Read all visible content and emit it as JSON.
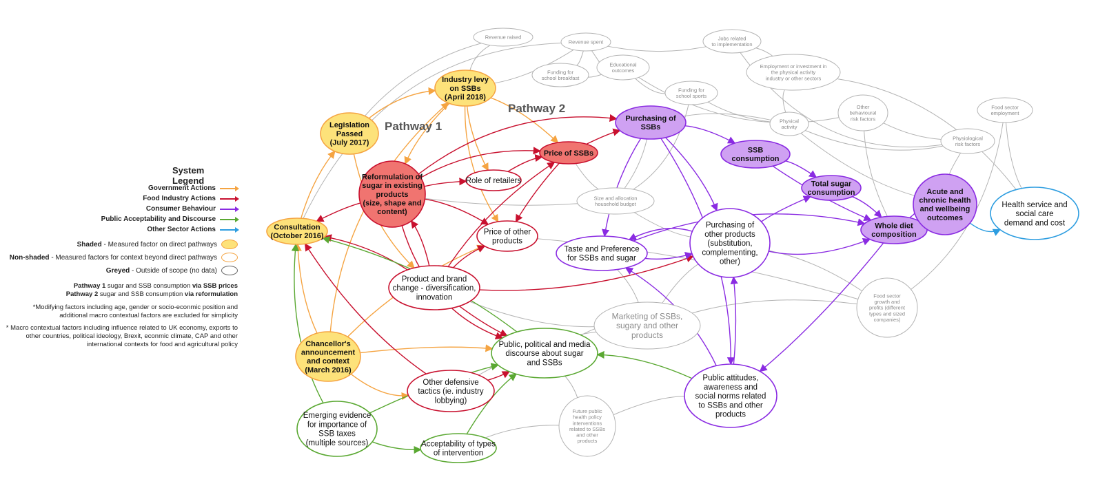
{
  "colors": {
    "government": "#f5a442",
    "industry": "#c8102e",
    "consumer": "#8a2be2",
    "public": "#5aa832",
    "other": "#2d9de0",
    "grey": "#b3b3b3",
    "fill_yellow": "#fde27a",
    "fill_red": "#f07470",
    "fill_purple": "#cfa1f2"
  },
  "legend": {
    "title": "System Legend",
    "items": [
      {
        "label": "Government Actions",
        "color": "#f5a442"
      },
      {
        "label": "Food Industry Actions",
        "color": "#c8102e"
      },
      {
        "label": "Consumer Behaviour",
        "color": "#8a2be2"
      },
      {
        "label": "Public Acceptability and Discourse",
        "color": "#5aa832"
      },
      {
        "label": "Other Sector Actions",
        "color": "#2d9de0"
      }
    ],
    "shade_items": [
      {
        "bold": "Shaded",
        "text": " - Measured factor on direct pathways"
      },
      {
        "bold": "Non-shaded",
        "text": " - Measured factors for context beyond direct pathways"
      },
      {
        "bold": "Greyed",
        "text": " - Outside of scope (no data)"
      }
    ],
    "pathway1": {
      "bold1": "Pathway 1",
      "text1": " sugar and SSB consumption ",
      "bold2": "via SSB prices"
    },
    "pathway2": {
      "bold1": "Pathway 2",
      "text1": " sugar and SSB consumption ",
      "bold2": "via reformulation"
    },
    "note1": "*Modifying factors including age, gender or socio-econmic position and additional macro contextual factors are excluded for simplicity",
    "note2": "* Macro contextual factors including influence related to UK economy, exports to other countries, political ideology, Brexit, econmic climate, CAP and other international contexts for food and agricultural policy"
  },
  "labels": {
    "pathway1": "Pathway 1",
    "pathway2": "Pathway 2"
  },
  "nodes": [
    {
      "id": "levy",
      "lines": [
        "Industry levy",
        "on SSBs",
        "(April 2018)"
      ],
      "type": "gov",
      "shaded": true,
      "bold": true
    },
    {
      "id": "legislation",
      "lines": [
        "Legislation",
        "Passed",
        "(July 2017)"
      ],
      "type": "gov",
      "shaded": true,
      "bold": true
    },
    {
      "id": "consultation",
      "lines": [
        "Consultation",
        "(October 2016)"
      ],
      "type": "gov",
      "shaded": true,
      "bold": true
    },
    {
      "id": "chancellor",
      "lines": [
        "Chancellor's",
        "announcement",
        "and context",
        "(March 2016)"
      ],
      "type": "gov",
      "shaded": true,
      "bold": true
    },
    {
      "id": "reformulation",
      "lines": [
        "Reformulation of",
        "sugar in existing",
        "products",
        "(size, shape and",
        "content)"
      ],
      "type": "ind",
      "shaded": true,
      "bold": true
    },
    {
      "id": "price_ssb",
      "lines": [
        "Price of SSBs"
      ],
      "type": "ind",
      "shaded": true,
      "bold": true
    },
    {
      "id": "retailers",
      "lines": [
        "Role of retailers"
      ],
      "type": "ind",
      "shaded": false
    },
    {
      "id": "price_other",
      "lines": [
        "Price of other",
        "products"
      ],
      "type": "ind",
      "shaded": false
    },
    {
      "id": "brand",
      "lines": [
        "Product and brand",
        "change - diversification,",
        "innovation"
      ],
      "type": "ind",
      "shaded": false
    },
    {
      "id": "defensive",
      "lines": [
        "Other defensive",
        "tactics (ie. industry",
        "lobbying)"
      ],
      "type": "ind",
      "shaded": false
    },
    {
      "id": "purchasing_ssb",
      "lines": [
        "Purchasing of",
        "SSBs"
      ],
      "type": "con",
      "shaded": true,
      "bold": true
    },
    {
      "id": "ssb_consumption",
      "lines": [
        "SSB",
        "consumption"
      ],
      "type": "con",
      "shaded": true,
      "bold": true
    },
    {
      "id": "total_sugar",
      "lines": [
        "Total sugar",
        "consumption"
      ],
      "type": "con",
      "shaded": true,
      "bold": true
    },
    {
      "id": "whole_diet",
      "lines": [
        "Whole diet",
        "composition"
      ],
      "type": "con",
      "shaded": true,
      "bold": true
    },
    {
      "id": "acute",
      "lines": [
        "Acute and",
        "chronic health",
        "and wellbeing",
        "outcomes"
      ],
      "type": "con",
      "shaded": true,
      "bold": true
    },
    {
      "id": "taste",
      "lines": [
        "Taste and Preference",
        "for SSBs and sugar"
      ],
      "type": "con",
      "shaded": false
    },
    {
      "id": "purchasing_other",
      "lines": [
        "Purchasing of",
        "other products",
        "(substitution,",
        "complementing,",
        "other)"
      ],
      "type": "con",
      "shaded": false
    },
    {
      "id": "attitudes",
      "lines": [
        "Public attitudes,",
        "awareness and",
        "social norms related",
        "to SSBs and other",
        "products"
      ],
      "type": "con",
      "shaded": false
    },
    {
      "id": "discourse",
      "lines": [
        "Public, political and media",
        "discourse about sugar",
        "and SSBs"
      ],
      "type": "pub",
      "shaded": false
    },
    {
      "id": "evidence",
      "lines": [
        "Emerging evidence",
        "for importance of",
        "SSB taxes",
        "(multiple sources)"
      ],
      "type": "pub",
      "shaded": false
    },
    {
      "id": "acceptability",
      "lines": [
        "Acceptability of types",
        "of intervention"
      ],
      "type": "pub",
      "shaded": false
    },
    {
      "id": "health_service",
      "lines": [
        "Health service and",
        "social care",
        "demand and cost"
      ],
      "type": "oth",
      "shaded": false
    },
    {
      "id": "revenue_raised",
      "lines": [
        "Revenue raised"
      ],
      "type": "grey"
    },
    {
      "id": "revenue_spent",
      "lines": [
        "Revenue spent"
      ],
      "type": "grey"
    },
    {
      "id": "jobs",
      "lines": [
        "Jobs related",
        "to implementation"
      ],
      "type": "grey"
    },
    {
      "id": "educational",
      "lines": [
        "Educational",
        "outcomes"
      ],
      "type": "grey"
    },
    {
      "id": "funding_breakfast",
      "lines": [
        "Funding for",
        "school breakfast"
      ],
      "type": "grey"
    },
    {
      "id": "employment_pa",
      "lines": [
        "Employment or investment in",
        "the physical activity",
        "industry or other sectors"
      ],
      "type": "grey"
    },
    {
      "id": "funding_sports",
      "lines": [
        "Funding for",
        "school sports"
      ],
      "type": "grey"
    },
    {
      "id": "physical_activity",
      "lines": [
        "Physical",
        "activity"
      ],
      "type": "grey"
    },
    {
      "id": "other_behavioural",
      "lines": [
        "Other",
        "behavioural",
        "risk factors"
      ],
      "type": "grey"
    },
    {
      "id": "physiological",
      "lines": [
        "Physiological",
        "risk factors"
      ],
      "type": "grey"
    },
    {
      "id": "food_employment",
      "lines": [
        "Food sector",
        "employment"
      ],
      "type": "grey"
    },
    {
      "id": "household",
      "lines": [
        "Size and allocation",
        "household budget"
      ],
      "type": "grey"
    },
    {
      "id": "marketing",
      "lines": [
        "Marketing of SSBs,",
        "sugary and other",
        "products"
      ],
      "type": "grey",
      "large": true
    },
    {
      "id": "food_growth",
      "lines": [
        "Food sector",
        "growth and",
        "profits (different",
        "types and sized",
        "companies)"
      ],
      "type": "grey"
    },
    {
      "id": "future_policy",
      "lines": [
        "Future public",
        "health policy",
        "interventions",
        "related to SSBs",
        "and other",
        "products"
      ],
      "type": "grey"
    }
  ]
}
